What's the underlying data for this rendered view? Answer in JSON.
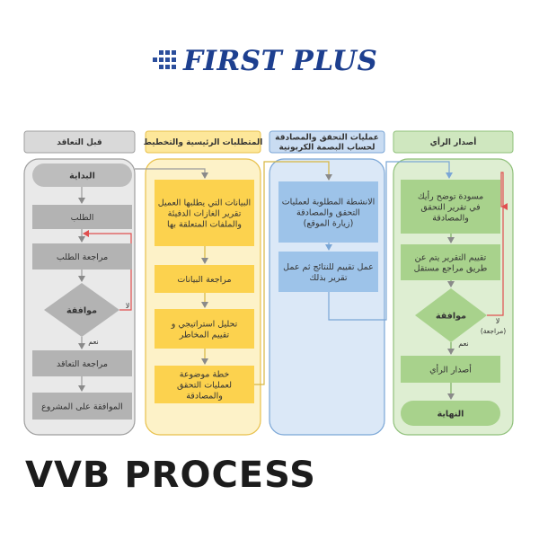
{
  "logo": {
    "text": "FIRST PLUS",
    "dots_color": "#2b4e9c",
    "text_color": "#1d3f8f"
  },
  "title": "VVB PROCESS",
  "colors": {
    "gray_bg": "#e9e9e9",
    "gray_box": "#b3b3b3",
    "gray_header": "#d9d9d9",
    "yellow_bg": "#fdf2c8",
    "yellow_box": "#fcd24e",
    "yellow_header": "#fde79a",
    "blue_bg": "#dbe8f7",
    "blue_box": "#9dc3e9",
    "blue_header": "#c9dcf2",
    "green_bg": "#deeed2",
    "green_box": "#a8d28c",
    "green_header": "#cfe7bf",
    "no_arrow": "#e05050"
  },
  "lanes": [
    {
      "id": "pre_contract",
      "header": [
        "قبل التعاقد"
      ]
    },
    {
      "id": "requirements",
      "header": [
        "المتطلبات الرئيسية والتخطيط"
      ]
    },
    {
      "id": "verification",
      "header": [
        "عمليات التحقق والمصادقة",
        "لحساب البصمة الكربونية"
      ]
    },
    {
      "id": "opinion",
      "header": [
        "أصدار الرأي"
      ]
    }
  ],
  "nodes": {
    "start": [
      "البداية"
    ],
    "request": [
      "الطلب"
    ],
    "review_request": [
      "مراجعة الطلب"
    ],
    "approval_1": [
      "موافقة"
    ],
    "review_contract": [
      "مراجعة التعاقد"
    ],
    "approve_project": [
      "الموافقة على المشروع"
    ],
    "client_data": [
      "البيانات التي يطلبها العميل",
      "تقرير الغازات الدفيئة",
      "والملفات المتعلقة بها"
    ],
    "data_review": [
      "مراجعة البيانات"
    ],
    "strategy": [
      "تحليل استراتيجي و",
      "تقييم المخاطر"
    ],
    "plan": [
      "خطة موضوعة",
      "لعمليات التحقق",
      "والمصادقة"
    ],
    "activities": [
      "الانشطة المطلوبة لعمليات",
      "التحقق والمصادقة",
      "(زيارة الموقع)"
    ],
    "results_report": [
      "عمل تقييم للنتائج ثم عمل",
      "تقرير بذلك"
    ],
    "draft_opinion": [
      "مسودة توضح رأيك",
      "في تقرير التحقق",
      "والمصادقة"
    ],
    "independent_review": [
      "تقييم التقرير يتم عن",
      "طريق مراجع مستقل"
    ],
    "approval_2": [
      "موافقة"
    ],
    "issue_opinion": [
      "أصدار الرأي"
    ],
    "end": [
      "النهاية"
    ]
  },
  "edge_labels": {
    "yes_1": "نعم",
    "no_1": "لا",
    "yes_2": "نعم",
    "no_2": [
      "لا",
      "(مراجعة)"
    ]
  }
}
